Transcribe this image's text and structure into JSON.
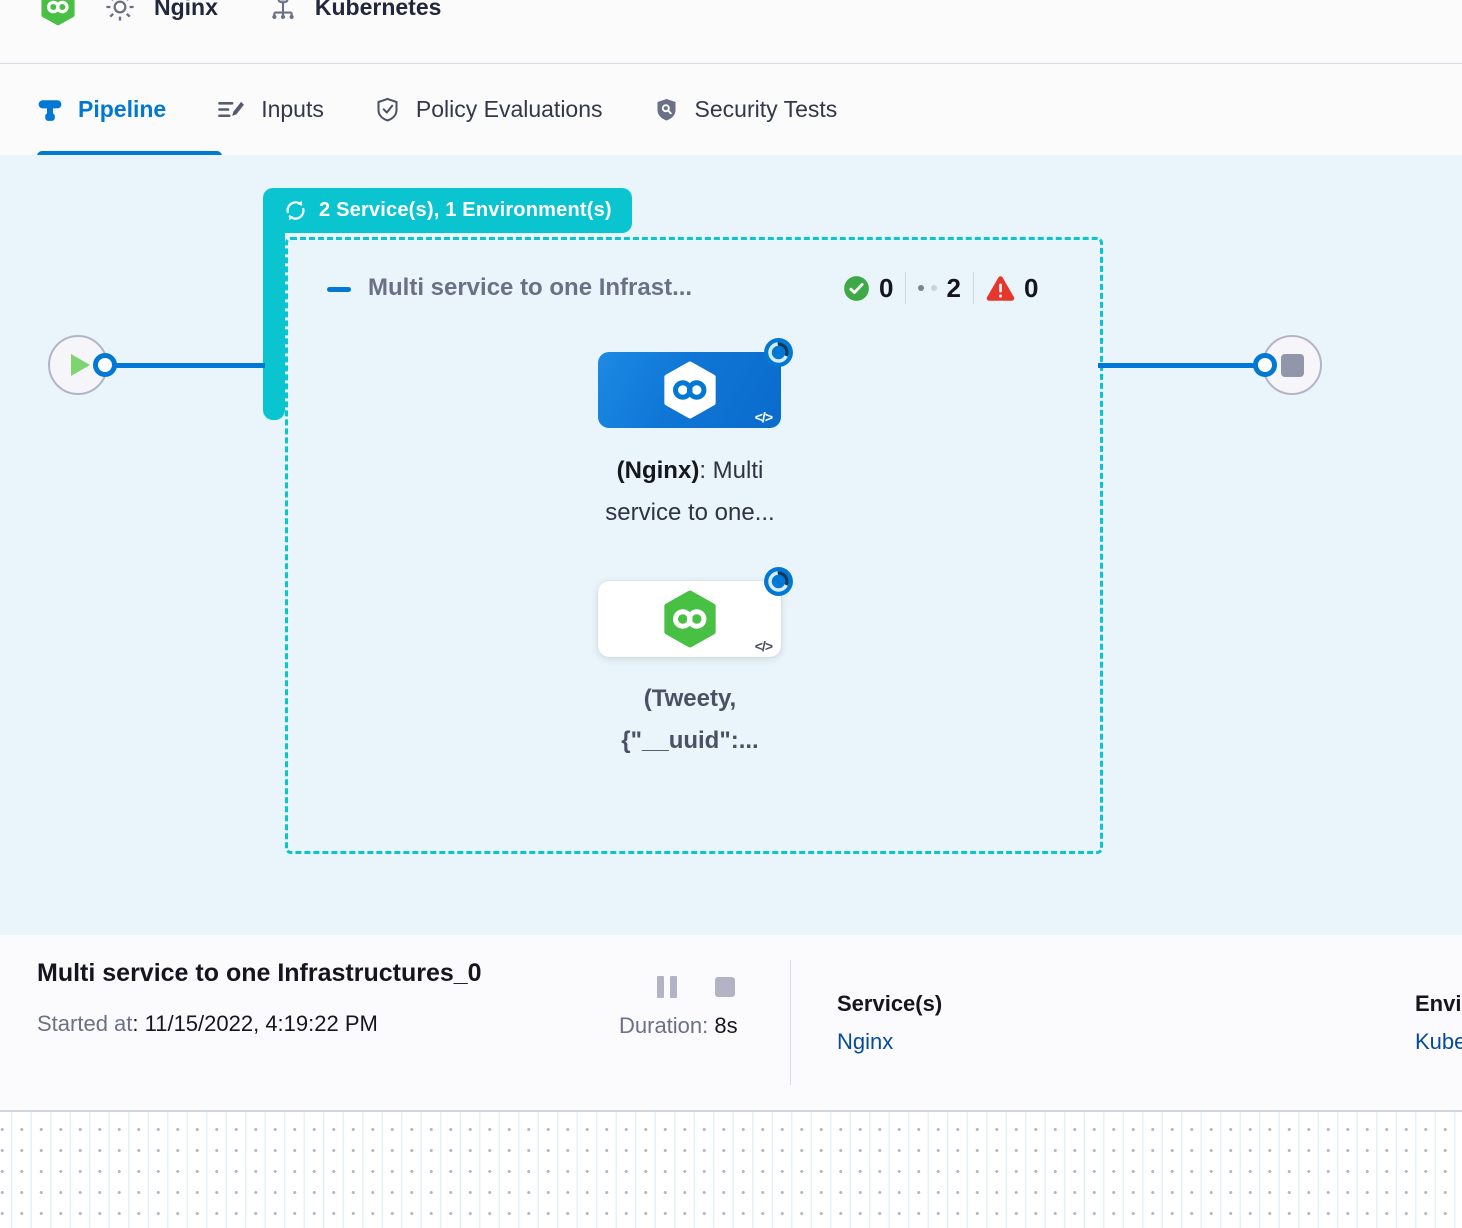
{
  "header": {
    "service_crumb": "Nginx",
    "environment_crumb": "Kubernetes"
  },
  "tabs": [
    {
      "label": "Pipeline"
    },
    {
      "label": "Inputs"
    },
    {
      "label": "Policy Evaluations"
    },
    {
      "label": "Security Tests"
    }
  ],
  "pipeline": {
    "badge_label": "2 Service(s), 1 Environment(s)",
    "stage_title": "Multi service to one Infrast...",
    "status": {
      "success": "0",
      "running": "2",
      "failed": "0"
    },
    "nodes": [
      {
        "name_bold": "(Nginx)",
        "name_rest": ": Multi",
        "name_line2": "service to one...",
        "code_badge": "</>"
      },
      {
        "name_line1": "(Tweety,",
        "name_line2": "{\"__uuid\":...",
        "code_badge": "</>"
      }
    ]
  },
  "footer": {
    "title": "Multi service to one Infrastructures_0",
    "started_label": "Started at",
    "started_value": ": 11/15/2022, 4:19:22 PM",
    "duration_label": "Duration: ",
    "duration_value": "8s",
    "services_label": "Service(s)",
    "services_value": "Nginx",
    "environments_label": "Environment(s)",
    "environments_value": "Kubernetes"
  },
  "colors": {
    "accent_blue": "#0278d5",
    "teal": "#0ac4d0",
    "success_green": "#3eaa47",
    "error_red": "#e6372e",
    "link_navy": "#064b9b",
    "canvas_bg": "#e9f5fa"
  }
}
